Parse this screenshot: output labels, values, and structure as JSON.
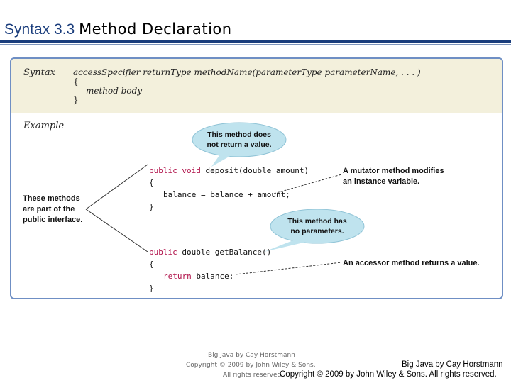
{
  "header": {
    "title_prefix": "Syntax 3.3 ",
    "title_rest": "Method Declaration"
  },
  "syntax": {
    "label": "Syntax",
    "line1": "accessSpecifier returnType methodName(parameterType parameterName, . . . )",
    "line2": "{",
    "line3": "method body",
    "line4": "}"
  },
  "example": {
    "label": "Example",
    "code1_kw": "public void",
    "code1_rest": " deposit(double amount)",
    "code2": "{",
    "code3": "balance = balance + amount;",
    "code4": "}",
    "code5_kw": "public",
    "code5_rest": " double getBalance()",
    "code6": "{",
    "code7_kw": "return",
    "code7_rest": " balance;",
    "code8": "}"
  },
  "annotations": {
    "bubble1_line1": "This method does",
    "bubble1_line2": "not return a value.",
    "bubble2_line1": "This method has",
    "bubble2_line2": "no parameters.",
    "left_line1": "These methods",
    "left_line2": "are part of the",
    "left_line3": "public interface.",
    "mutator_line1": "A mutator method modifies",
    "mutator_line2": "an instance variable.",
    "accessor": "An accessor method returns a value."
  },
  "footer": {
    "small_line1": "Big Java by Cay Horstmann",
    "small_line2": "Copyright © 2009 by John Wiley & Sons.",
    "small_line3": "All rights reserved.",
    "big_line1": "Big Java by Cay Horstmann",
    "big_line2": "Copyright © 2009 by John Wiley & Sons.  All rights reserved."
  },
  "colors": {
    "title_blue": "#1a3d7c",
    "box_border": "#6f8fc4",
    "syntax_band": "#f3f0dc",
    "bubble_fill": "#bfe3ee",
    "keyword": "#b1124a"
  }
}
